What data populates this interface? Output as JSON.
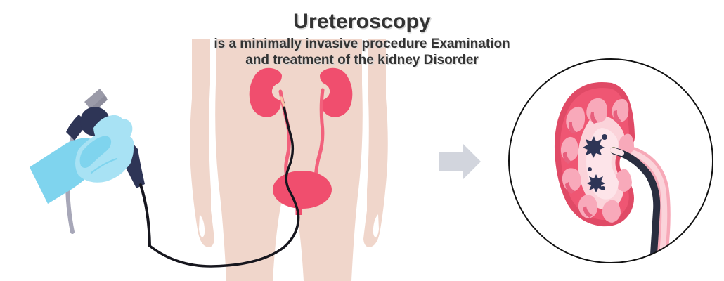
{
  "heading": {
    "title": "Ureteroscopy",
    "subtitle_line1": "is a minimally invasive procedure Examination",
    "subtitle_line2": "and treatment of the kidney Disorder"
  },
  "colors": {
    "background": "#ffffff",
    "title_text": "#333333",
    "title_shadow": "#d2d2d2",
    "skin": "#f0d6cb",
    "skin_light": "#f3ddd4",
    "organ_pink": "#f04e6e",
    "organ_pink_light": "#f4657f",
    "ureter_pink": "#f2617c",
    "glove_blue": "#7fd4ee",
    "glove_blue_light": "#a8e2f4",
    "scope_navy": "#2e3556",
    "scope_black": "#16161e",
    "cable_gray": "#a7a7b8",
    "connector_gray": "#9a9aa8",
    "arrow_gray": "#d2d5dd",
    "circle_outline": "#111111",
    "kidney_cortex": "#ef5673",
    "kidney_cortex_dark": "#e04a66",
    "kidney_mid": "#f4869c",
    "kidney_pyramid": "#f8a9ba",
    "kidney_pelvis": "#fbd3da",
    "kidney_pelvis_light": "#fde4e9",
    "stone_dark": "#2e3556",
    "stone_olive": "#8e8f6d",
    "ureter_outer_pink": "#f7a9b8"
  },
  "panels": {
    "left": {
      "name": "Gloved hand holding ureteroscope",
      "parts": [
        "surgical-glove",
        "endoscope-handle",
        "control-knob",
        "light-cable",
        "scope-shaft"
      ]
    },
    "middle": {
      "name": "Human torso with urinary tract",
      "parts": [
        "torso-silhouette",
        "left-arm",
        "right-arm",
        "left-kidney",
        "right-kidney",
        "left-ureter",
        "right-ureter",
        "bladder",
        "urethra",
        "scope-tube"
      ]
    },
    "arrow": {
      "name": "pointer-arrow",
      "direction": "right"
    },
    "right": {
      "name": "Magnified kidney cross-section",
      "parts": [
        "circle-frame",
        "kidney-cortex",
        "renal-pyramids",
        "renal-pelvis",
        "kidney-stones",
        "ureter",
        "scope-tip"
      ],
      "stone_count": 6
    }
  }
}
